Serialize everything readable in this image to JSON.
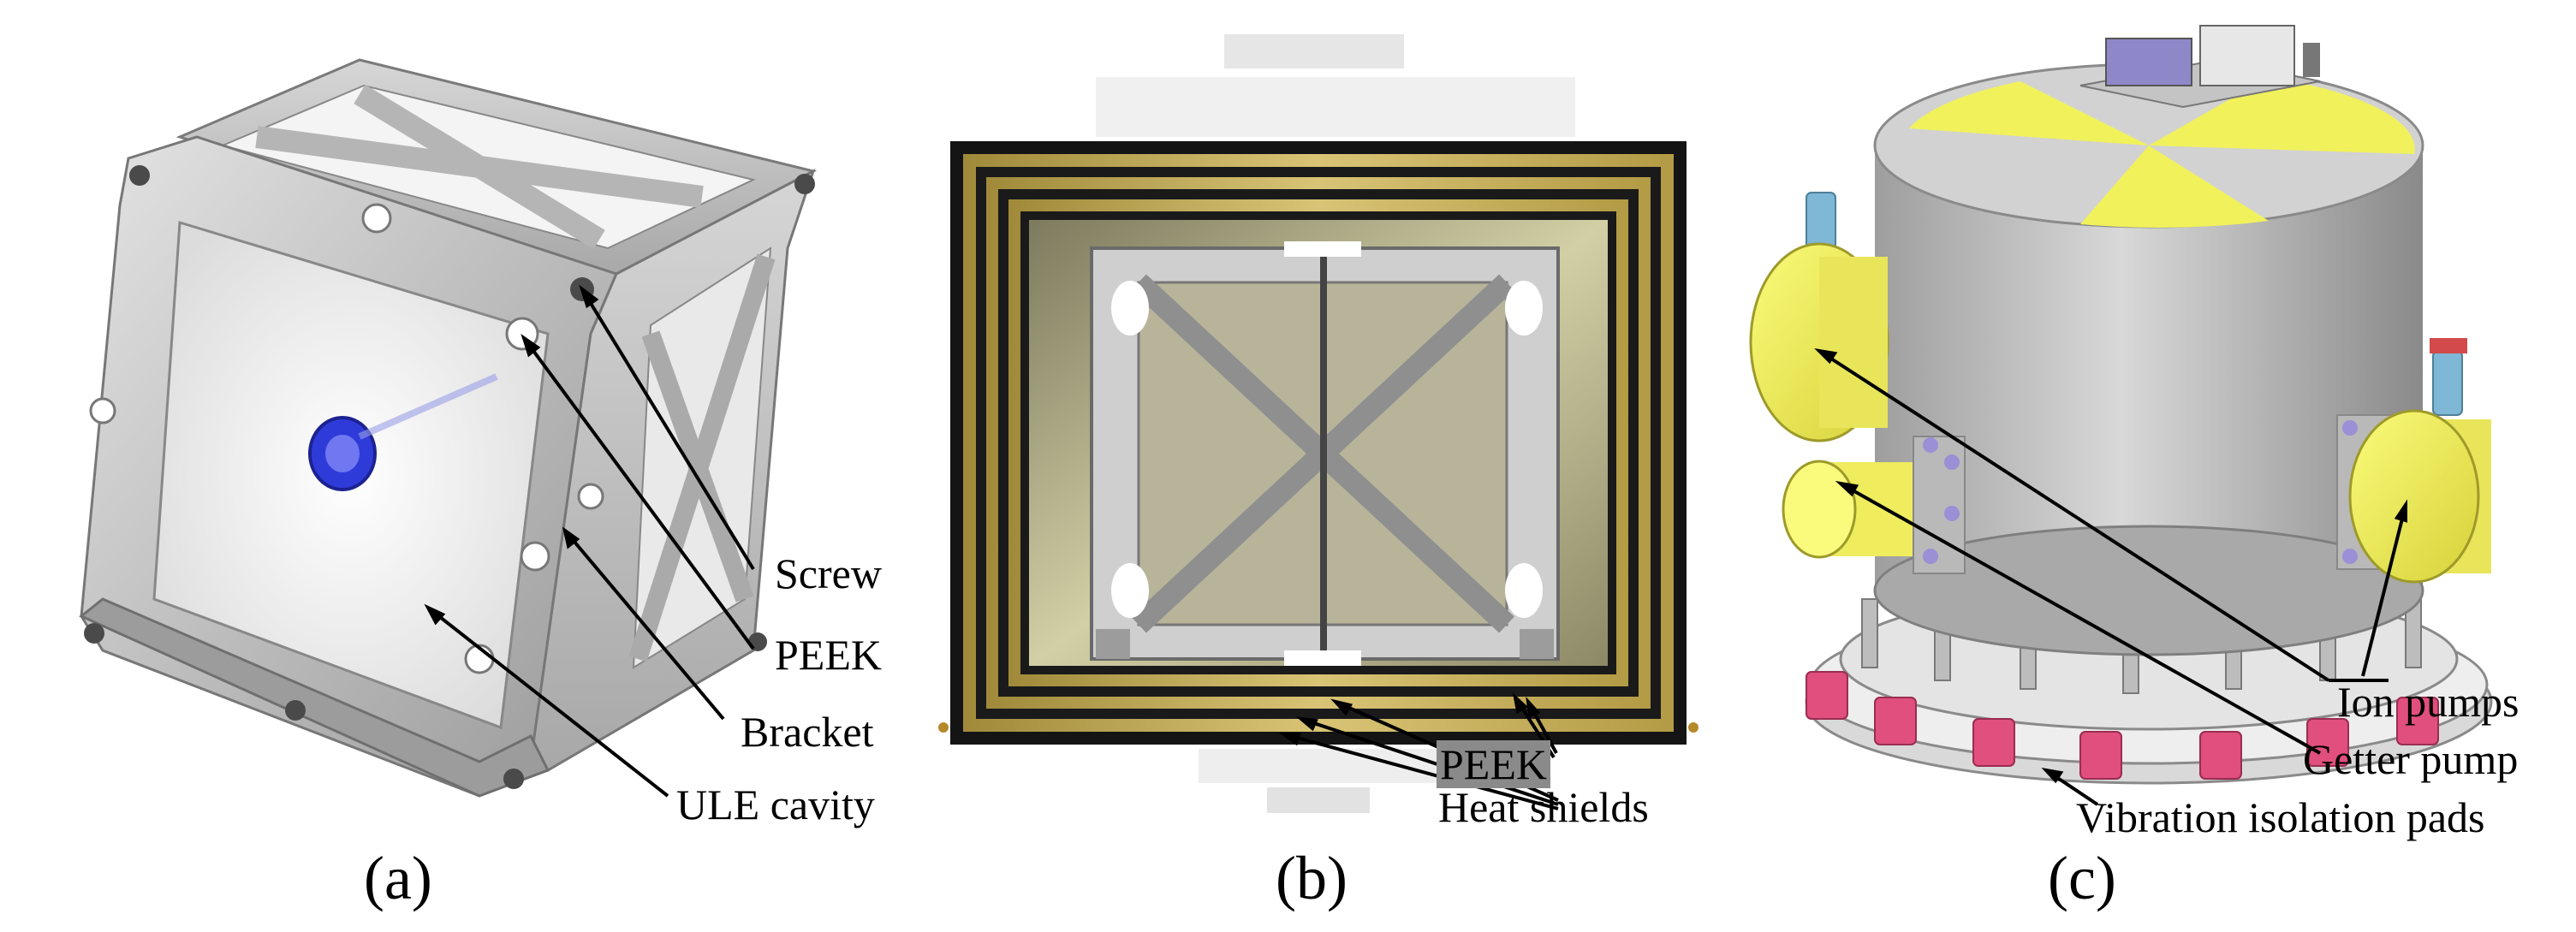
{
  "panels": [
    {
      "id": "a",
      "caption": "(a)",
      "labels": [
        "Screw",
        "PEEK",
        "Bracket",
        "ULE cavity"
      ]
    },
    {
      "id": "b",
      "caption": "(b)",
      "labels": [
        "PEEK",
        "Heat shields"
      ]
    },
    {
      "id": "c",
      "caption": "(c)",
      "labels": [
        "Ion pumps",
        "Getter pump",
        "Vibration isolation pads"
      ]
    }
  ]
}
